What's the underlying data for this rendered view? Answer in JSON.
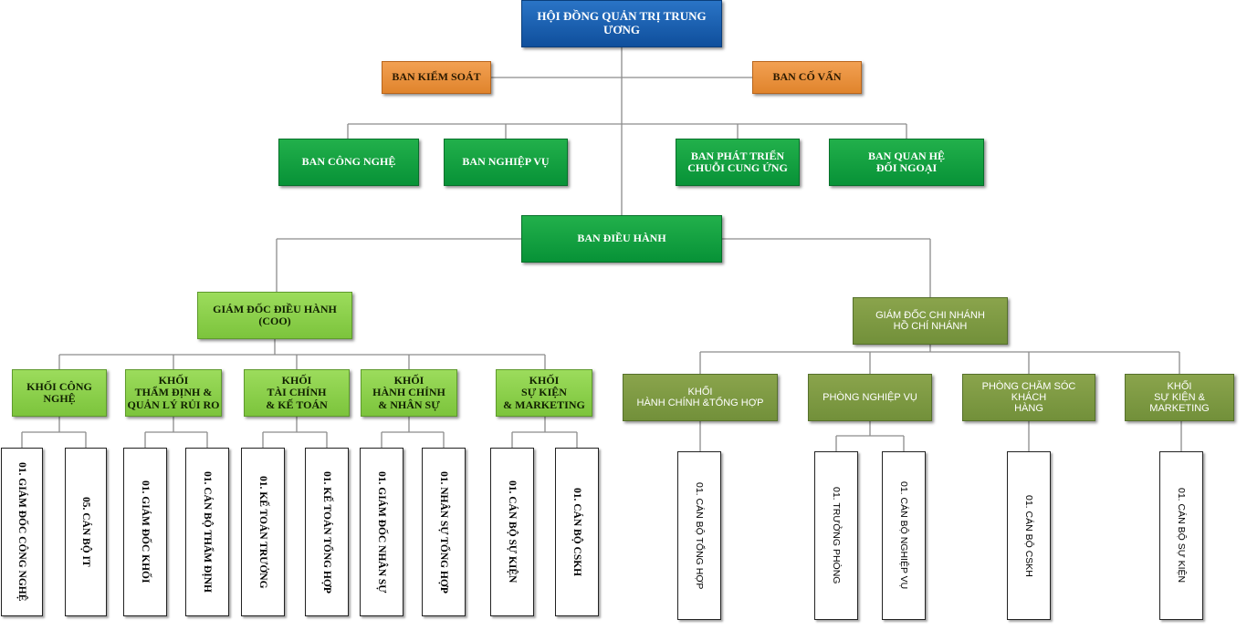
{
  "board": {
    "label": "HỘI ĐỒNG QUẢN TRỊ TRUNG ƯƠNG"
  },
  "supervision": {
    "label": "BAN KIỂM SOÁT"
  },
  "advisory": {
    "label": "BAN CỐ VẤN"
  },
  "committees": [
    {
      "label": "BAN CÔNG NGHỆ"
    },
    {
      "label": "BAN NGHIỆP VỤ"
    },
    {
      "label": "BAN PHÁT TRIỂN\nCHUỖI CUNG ỨNG"
    },
    {
      "label": "BAN QUAN HỆ\nĐỐI NGOẠI"
    }
  ],
  "executive": {
    "label": "BAN ĐIỀU HÀNH"
  },
  "coo": {
    "label": "GIÁM ĐỐC ĐIỀU HÀNH\n(COO)"
  },
  "branch": {
    "label": "GIÁM ĐỐC CHI NHÁNH\nHỒ CHÍ NHÁNH"
  },
  "coo_blocks": [
    {
      "label": "KHỐI CÔNG\nNGHỆ",
      "staff": [
        "01. GIÁM ĐỐC CÔNG NGHỆ",
        "05. CÁN BỘ IT"
      ]
    },
    {
      "label": "KHỐI\nTHẨM ĐỊNH &\nQUẢN LÝ RỦI RO",
      "staff": [
        "01. GIÁM ĐỐC KHỐI",
        "01. CÁN BỘ THẨM ĐỊNH"
      ]
    },
    {
      "label": "KHỐI\nTÀI CHÍNH\n& KẾ TOÁN",
      "staff": [
        "01. KẾ TOÁN TRƯỞNG",
        "01. KẾ TOÁN TỔNG HỢP"
      ]
    },
    {
      "label": "KHỐI\nHÀNH CHÍNH\n& NHÂN SỰ",
      "staff": [
        "01. GIÁM ĐỐC NHÂN SỰ",
        "01. NHÂN SỰ TỔNG HỢP"
      ]
    },
    {
      "label": "KHỐI\nSỰ KIỆN\n& MARKETING",
      "staff": [
        "01. CÁN BỘ SỰ KIỆN",
        "01. CÁN BỘ CSKH"
      ]
    }
  ],
  "branch_blocks": [
    {
      "label": "KHỐI\nHÀNH CHÍNH &TỔNG HỢP",
      "staff": [
        "01. CÁN BỘ TỔNG HỢP"
      ]
    },
    {
      "label": "PHÒNG NGHIỆP VỤ",
      "staff": [
        "01. TRƯỞNG PHÒNG",
        "01. CÁN BỘ NGHIỆP VỤ"
      ]
    },
    {
      "label": "PHÒNG CHĂM SÓC KHÁCH\nHÀNG",
      "staff": [
        "01. CÁN BỘ CSKH"
      ]
    },
    {
      "label": "KHỐI\nSỰ KIỆN &\nMARKETING",
      "staff": [
        "01. CÁN BỘ SỰ KIỆN"
      ]
    }
  ],
  "colors": {
    "board": "#1560b0",
    "support": "#e8903a",
    "committee": "#0b9a3c",
    "coo": "#8cd04c",
    "branch": "#7e9a44",
    "connector": "#8c8c8c"
  }
}
